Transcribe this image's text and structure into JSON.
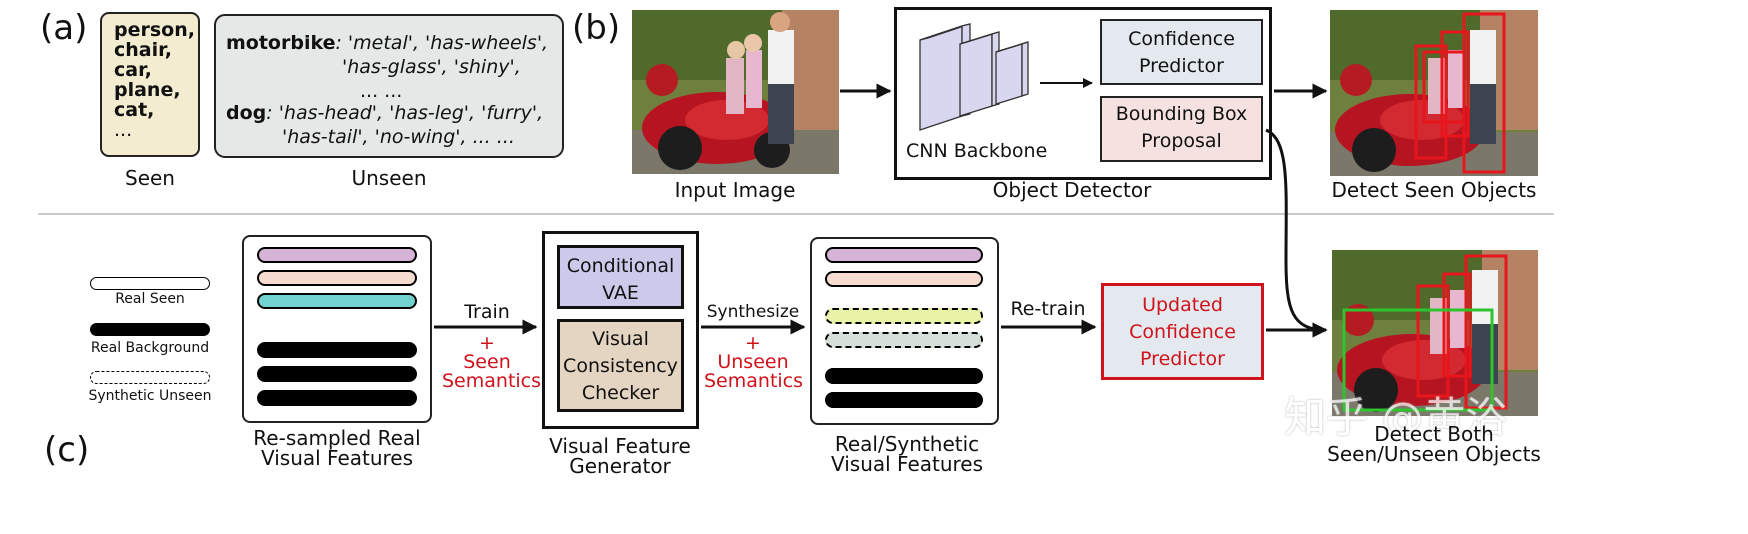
{
  "panel_a": {
    "letter": "(a)",
    "seen_lines": [
      "person,",
      "chair,",
      "car,",
      "plane,",
      "cat,",
      "..."
    ],
    "seen_caption": "Seen",
    "unseen_line1_name": "motorbike",
    "unseen_line1_attrs": ": 'metal', 'has-wheels',",
    "unseen_line2": "'has-glass', 'shiny',",
    "unseen_line3": "... ...",
    "unseen_line4_name": "dog",
    "unseen_line4_attrs": ": 'has-head', 'has-leg', 'furry',",
    "unseen_line5": "'has-tail', 'no-wing', ... ...",
    "unseen_caption": "Unseen"
  },
  "panel_b": {
    "letter": "(b)",
    "input_caption": "Input Image",
    "backbone_label": "CNN Backbone",
    "confidence_label_1": "Confidence",
    "confidence_label_2": "Predictor",
    "bbox_label_1": "Bounding Box",
    "bbox_label_2": "Proposal",
    "detector_caption": "Object Detector",
    "detect_seen_caption": "Detect Seen Objects"
  },
  "panel_c": {
    "letter": "(c)",
    "legend_real_seen": "Real Seen",
    "legend_real_background": "Real Background",
    "legend_synthetic_unseen": "Synthetic Unseen",
    "resampled_caption_1": "Re-sampled Real",
    "resampled_caption_2": "Visual Features",
    "train_label": "Train",
    "plus1": "+",
    "seen_sem_1": "Seen",
    "seen_sem_2": "Semantics",
    "cvae_1": "Conditional",
    "cvae_2": "VAE",
    "vcc_1": "Visual",
    "vcc_2": "Consistency",
    "vcc_3": "Checker",
    "generator_caption_1": "Visual Feature",
    "generator_caption_2": "Generator",
    "synthesize_label": "Synthesize",
    "plus2": "+",
    "unseen_sem_1": "Unseen",
    "unseen_sem_2": "Semantics",
    "mixed_caption_1": "Real/Synthetic",
    "mixed_caption_2": "Visual Features",
    "retrain_label": "Re-train",
    "updated_1": "Updated",
    "updated_2": "Confidence",
    "updated_3": "Predictor",
    "detect_both_1": "Detect Both",
    "detect_both_2": "Seen/Unseen Objects"
  },
  "watermark": "知乎 @黄浴",
  "colors": {
    "seen_box": "#f3ecd0",
    "unseen_box": "#e6e8e8",
    "backbone": "#d9d6ef",
    "confidence_box": "#e4e9ef",
    "bbox_box": "#f5e2e0",
    "cvae_box": "#cbcaeb",
    "vcc_box": "#e3d5c2",
    "feat_purple": "#d4b3d6",
    "feat_pink": "#f5dccf",
    "feat_cyan": "#72d2d0",
    "feat_yellow": "#eaf2a8",
    "feat_gray": "#d6e0d9",
    "accent_red": "#d0121b",
    "detect_green": "#2ec42e"
  }
}
